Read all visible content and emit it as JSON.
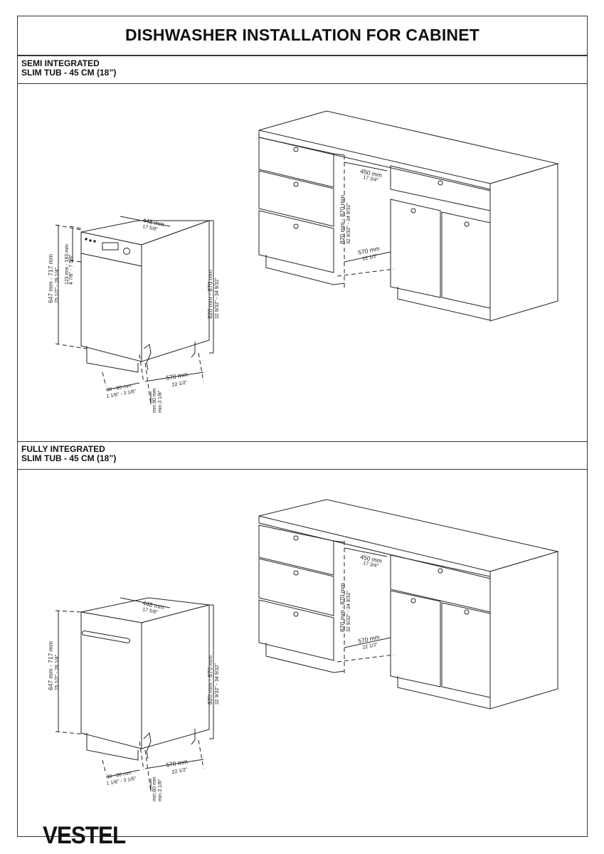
{
  "title": "DISHWASHER INSTALLATION FOR CABINET",
  "sections": [
    {
      "line1": "SEMI INTEGRATED",
      "line2": "SLIM TUB - 45 CM (18”)"
    },
    {
      "line1": "FULLY INTEGRATED",
      "line2": "SLIM TUB - 45 CM (18”)"
    }
  ],
  "dimensions": {
    "width_mm": "448 mm",
    "width_in": "17 5/8\"",
    "height_range_mm": "647 mm - 717 mm",
    "height_range_in": "25 1/2\" - 28 1/4\"",
    "panel_mm": "123 mm - 193 mm",
    "panel_in": "4 7/8\" - 7 5/8\"",
    "cabinet_height_mm": "820 mm - 870 mm",
    "cabinet_height_in": "32 9/32\" - 34 9/32\"",
    "depth_mm": "570 mm",
    "depth_in": "22 1/2\"",
    "plinth_mm": "30 - 80 mm",
    "plinth_in": "1 1/8\" - 3 1/8\"",
    "min_mm": "min.80 mm",
    "min_in": "min.3 1/8\"",
    "niche_width_mm": "450 mm",
    "niche_width_in": "17 3/4\""
  },
  "brand": "VESTEL"
}
